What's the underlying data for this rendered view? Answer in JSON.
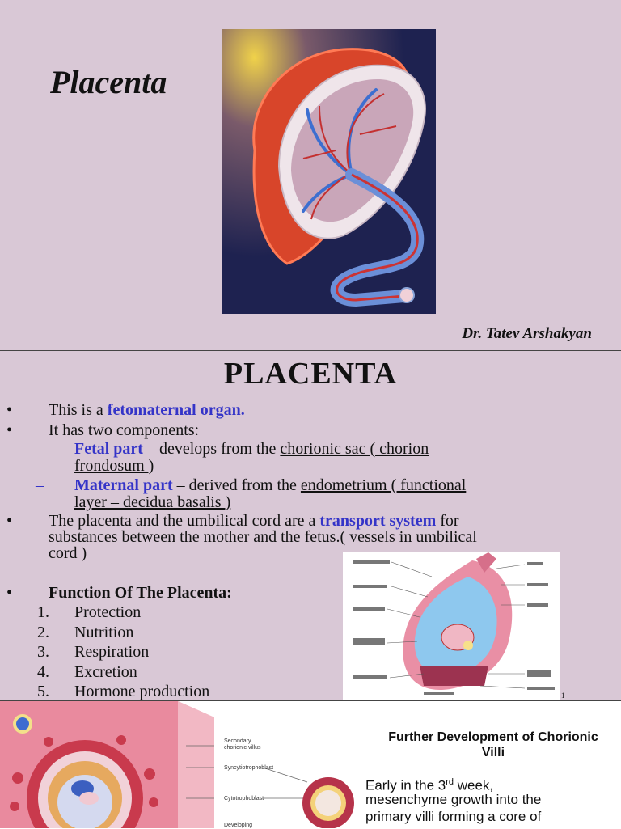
{
  "slide1": {
    "title": "Placenta",
    "author": "Dr. Tatev Arshakyan"
  },
  "slide2": {
    "title": "PLACENTA",
    "line1_pre": "This is a ",
    "line1_bold": "fetomaternal organ.",
    "line2": "It has two components:",
    "fetal_label": "Fetal part",
    "fetal_mid": " – develops from the ",
    "fetal_link": "chorionic sac ( chorion",
    "fetal_link2": "frondosum )",
    "maternal_label": "Maternal part",
    "maternal_mid": " – derived from the ",
    "maternal_link": "endometrium ( functional",
    "maternal_link2": "layer – decidua basalis )",
    "transport_pre": "The placenta and the umbilical cord are a ",
    "transport_bold": "transport system",
    "transport_post": " for",
    "transport_line2": "substances between the mother and the fetus.( vessels in umbilical",
    "transport_line3": "cord )",
    "function_heading": "Function Of The Placenta:",
    "functions": [
      {
        "num": "1.",
        "text": "Protection"
      },
      {
        "num": "2.",
        "text": "Nutrition"
      },
      {
        "num": "3.",
        "text": "Respiration"
      },
      {
        "num": "4.",
        "text": "Excretion"
      },
      {
        "num": "5.",
        "text": "Hormone production"
      }
    ],
    "page_marker": "1"
  },
  "slide3": {
    "title_line1": "Further Development of Chorionic",
    "title_line2": "Villi",
    "text_line1_pre": "Early in the 3",
    "text_line1_sup": "rd",
    "text_line1_post": " week,",
    "text_line2": "mesenchyme growth into the",
    "text_line3": "primary villi forming a core of",
    "labels": [
      "Secondary",
      "chorionic villus",
      "Syncytiotrophoblast",
      "Cytotrophoblast",
      "Developing"
    ]
  },
  "colors": {
    "slide_bg": "#d9c8d6",
    "accent_blue": "#3434c8"
  }
}
